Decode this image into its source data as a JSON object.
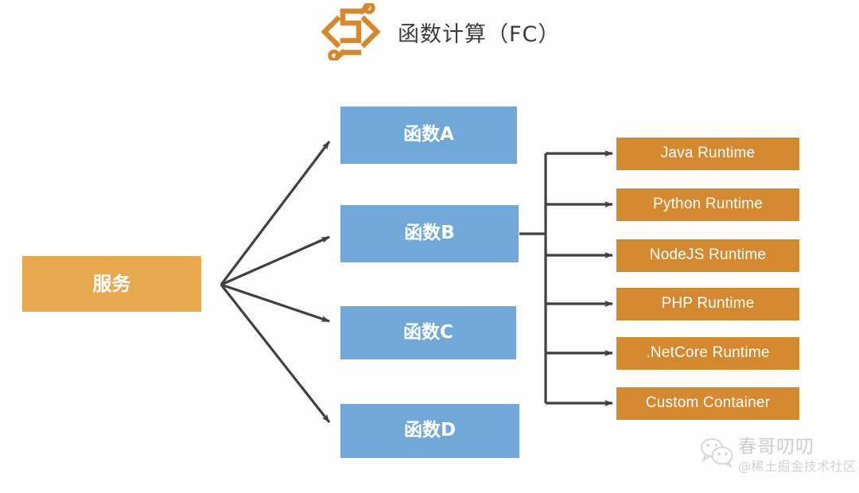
{
  "diagram": {
    "title": "函数计算（FC）",
    "logo_icon": "fc-brackets-logo-icon",
    "background_color": "#fdfdfc",
    "colors": {
      "service_box": "#e8a94e",
      "function_box": "#71a8d8",
      "runtime_box": "#d4882f",
      "arrow": "#404040",
      "title_text": "#3c3c3c",
      "logo": "#d4882f"
    },
    "service": {
      "label": "服务"
    },
    "functions": [
      {
        "label": "函数A"
      },
      {
        "label": "函数B"
      },
      {
        "label": "函数C"
      },
      {
        "label": "函数D"
      }
    ],
    "runtimes": [
      {
        "label": "Java Runtime"
      },
      {
        "label": "Python Runtime"
      },
      {
        "label": "NodeJS Runtime"
      },
      {
        "label": "PHP Runtime"
      },
      {
        "label": ".NetCore Runtime"
      },
      {
        "label": "Custom Container"
      }
    ]
  },
  "watermark": {
    "icon": "wechat-bubbles-icon",
    "name": "春哥叨叨",
    "handle": "@稀土掘金技术社区"
  }
}
